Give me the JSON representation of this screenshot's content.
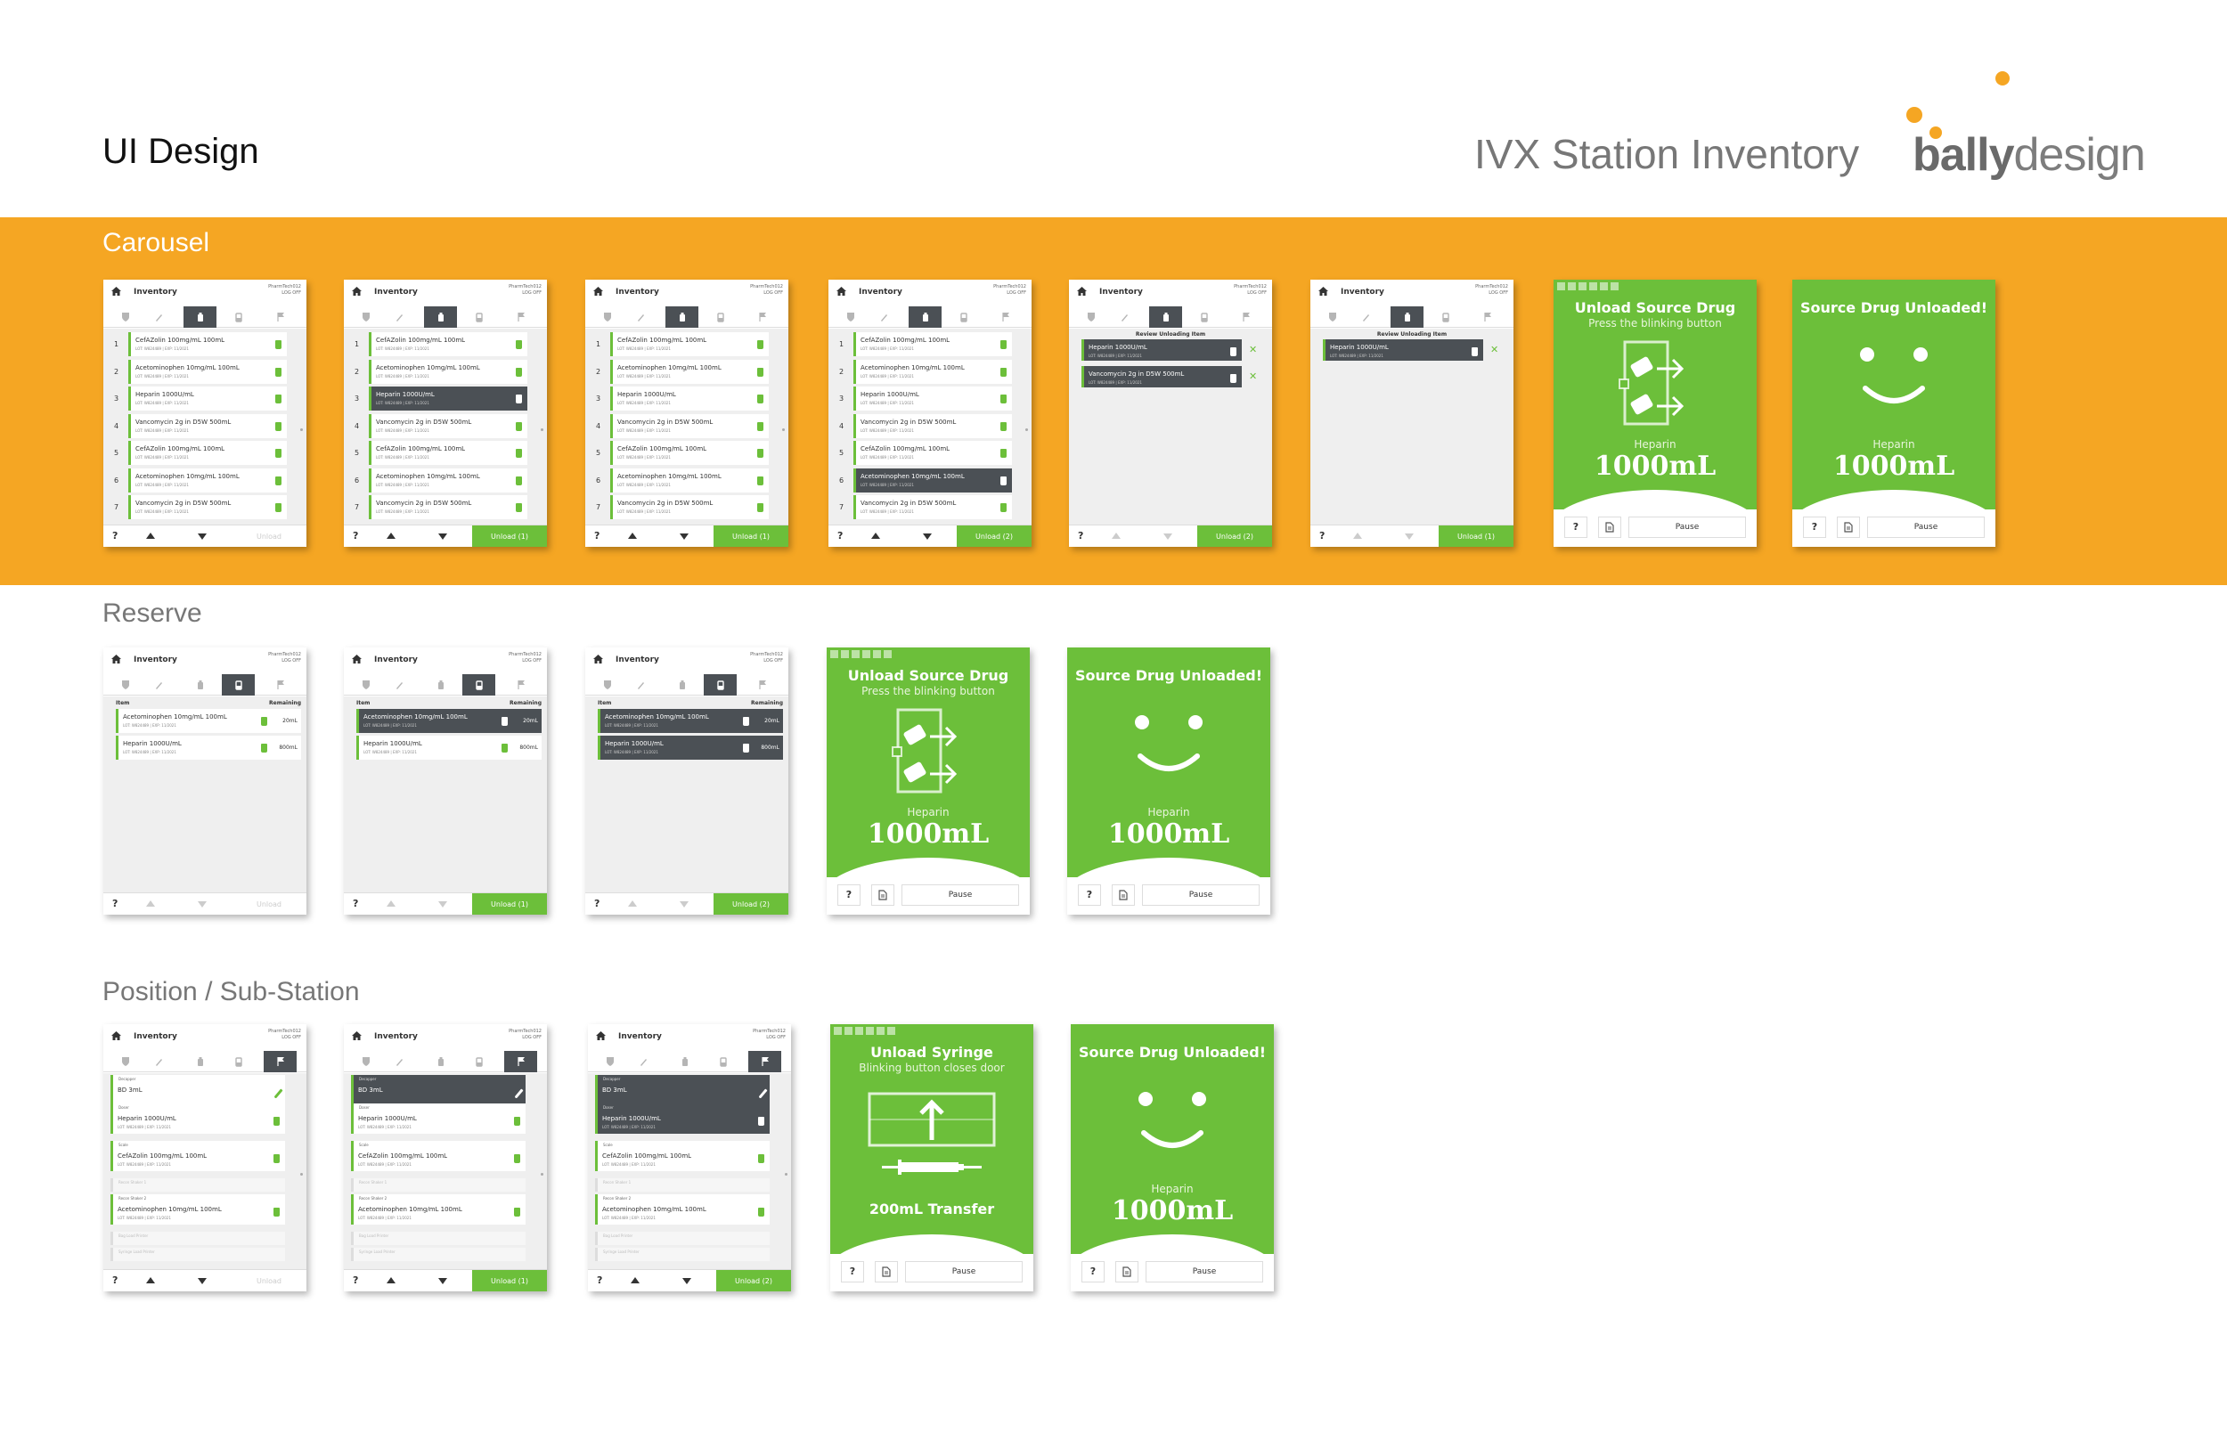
{
  "header": {
    "title": "UI Design",
    "project": "IVX Station Inventory",
    "brand_bold": "bally",
    "brand_rest": "design"
  },
  "sections": {
    "carousel": "Carousel",
    "reserve": "Reserve",
    "position": "Position / Sub-Station"
  },
  "screen": {
    "title": "Inventory",
    "user_line1": "PharmTech012",
    "user_line2": "LOG OFF",
    "help": "?",
    "unload_label": "Unload",
    "unload_1": "Unload (1)",
    "unload_2": "Unload (2)",
    "review_title": "Review Unloading Item",
    "col_item": "Item",
    "col_remaining": "Remaining"
  },
  "lot_text": "LOT: W824489 | EXP: 11/2021",
  "carousel_drugs": [
    "CefAZolin 100mg/mL 100mL",
    "Acetominophen 10mg/mL 100mL",
    "Heparin 1000U/mL",
    "Vancomycin 2g in D5W 500mL",
    "CefAZolin 100mg/mL 100mL",
    "Acetominophen 10mg/mL 100mL",
    "Vancomycin 2g in D5W 500mL"
  ],
  "review_items": [
    "Heparin 1000U/mL",
    "Vancomycin 2g in D5W 500mL"
  ],
  "reserve_items": [
    {
      "name": "Acetominophen 10mg/mL 100mL",
      "remaining": "20mL"
    },
    {
      "name": "Heparin 1000U/mL",
      "remaining": "800mL"
    }
  ],
  "position_groups": {
    "decapper": "Decapper",
    "doser": "Doser",
    "scale": "Scale",
    "recon1": "Recon Shaker 1",
    "recon2": "Recon Shaker 2",
    "bag_load": "Bag Load Printer",
    "syringe_load": "Syringe Load Printer"
  },
  "position_items": {
    "decapper": "BD 3mL",
    "doser": "Heparin 1000U/mL",
    "scale": "CefAZolin 100mg/mL 100mL",
    "recon2": "Acetominophen 10mg/mL 100mL"
  },
  "status": {
    "unload_title": "Unload Source Drug",
    "unload_sub": "Press the blinking button",
    "unloaded_title": "Source Drug Unloaded!",
    "drug": "Heparin",
    "volume": "1000mL",
    "syringe_title": "Unload Syringe",
    "syringe_sub": "Blinking button closes door",
    "transfer": "200mL Transfer",
    "pause": "Pause",
    "help": "?"
  },
  "colors": {
    "accent": "#f5a623",
    "green": "#6cbf3a",
    "dark": "#4b5055"
  }
}
